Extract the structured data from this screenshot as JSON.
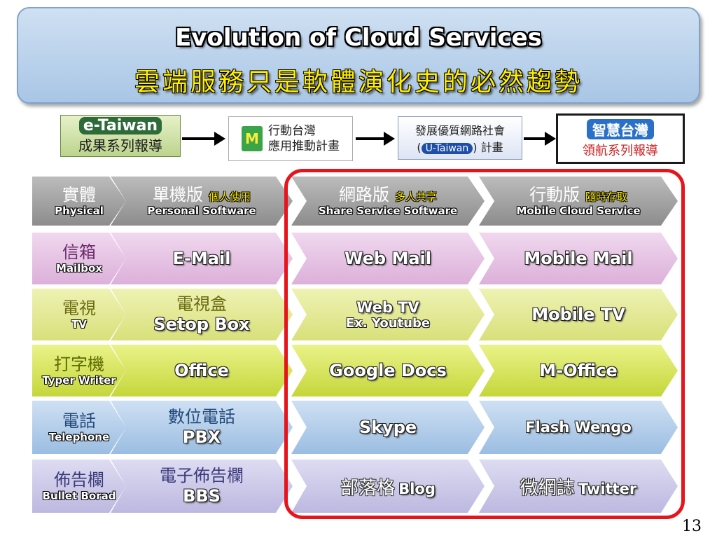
{
  "title": {
    "en": "Evolution of Cloud Services",
    "zh": "雲端服務只是軟體演化史的必然趨勢"
  },
  "logos": [
    {
      "line1": "e-Taiwan",
      "line2": "成果系列報導",
      "icon": "e-taiwan-logo"
    },
    {
      "icon_text": "M",
      "line1": "行動台灣",
      "line2": "應用推動計畫",
      "icon": "mobile-taiwan-logo"
    },
    {
      "line1": "發展優質網路社會",
      "pill": "U-Taiwan",
      "line2": "計畫",
      "icon": "u-taiwan-logo"
    },
    {
      "line1": "智慧台灣",
      "line2": "領航系列報導",
      "icon": "intelligent-taiwan-logo"
    }
  ],
  "header": {
    "c0": {
      "zh": "實體",
      "en": "Physical"
    },
    "c1": {
      "zh": "單機版",
      "tag": "個人使用",
      "en": "Personal Software"
    },
    "c2": {
      "zh": "網路版",
      "tag": "多人共享",
      "en": "Share Service Software"
    },
    "c3": {
      "zh": "行動版",
      "tag": "隨時存取",
      "en": "Mobile Cloud Service"
    }
  },
  "rows": [
    {
      "zh": "信箱",
      "en": "Mailbox",
      "c1": "E-Mail",
      "c2": "Web Mail",
      "c3": "Mobile Mail"
    },
    {
      "zh": "電視",
      "en": "TV",
      "c1_zh": "電視盒",
      "c1": "Setop Box",
      "c2": "Web TV",
      "c2_sub": "Ex. Youtube",
      "c3": "Mobile TV"
    },
    {
      "zh": "打字機",
      "en": "Typer Writer",
      "c1": "Office",
      "c2": "Google Docs",
      "c3": "M-Office"
    },
    {
      "zh": "電話",
      "en": "Telephone",
      "c1_zh": "數位電話",
      "c1": "PBX",
      "c2": "Skype",
      "c3": "Flash Wengo"
    },
    {
      "zh": "佈告欄",
      "en": "Bullet Borad",
      "c1_zh": "電子佈告欄",
      "c1": "BBS",
      "c2_zh": "部落格",
      "c2": "Blog",
      "c3_zh": "微網誌",
      "c3": "Twitter"
    }
  ],
  "page_number": "13"
}
